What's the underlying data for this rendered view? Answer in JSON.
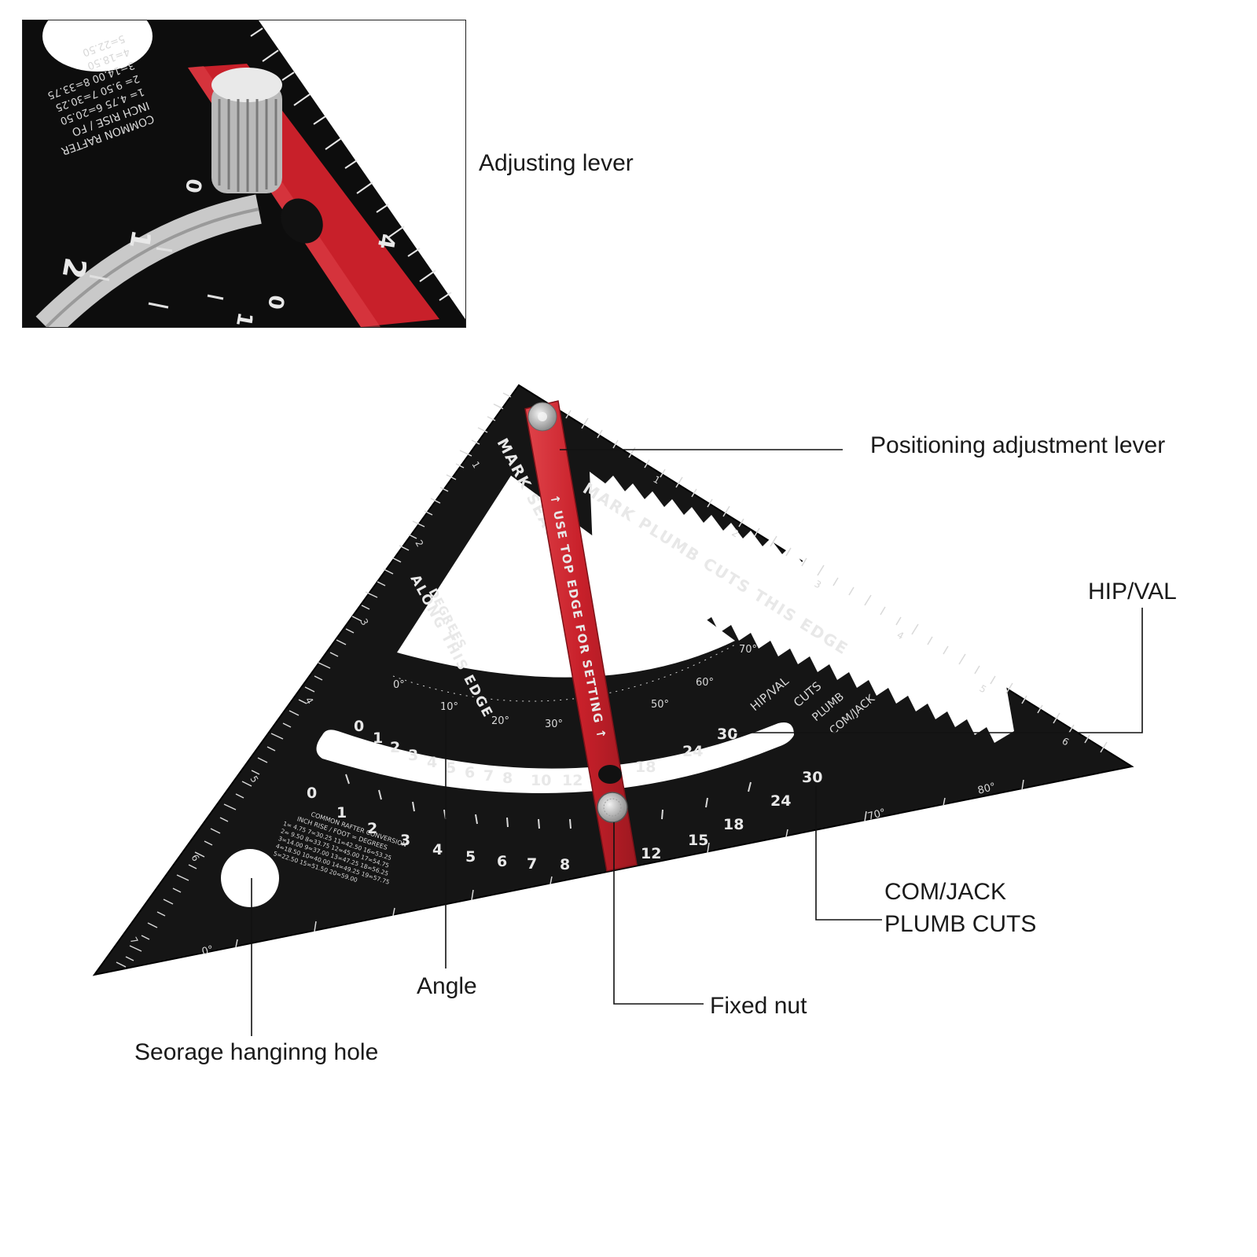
{
  "callouts": {
    "adjusting_lever": "Adjusting lever",
    "positioning_lever": "Positioning adjustment lever",
    "hip_val": "HIP/VAL",
    "com_jack_line1": "COM/JACK",
    "com_jack_line2": "PLUMB CUTS",
    "angle": "Angle",
    "fixed_nut": "Fixed nut",
    "storage_hole": "Seorage hanginng hole"
  },
  "square": {
    "lever_text": "↑ USE TOP EDGE FOR SETTING ↑",
    "left_edge_text": "MARK SEAT CUTS",
    "left_edge_text_2": "ALONG THIS EDGE",
    "degrees_text": "DEGREES",
    "right_edge_text": "MARK PLUMB CUTS THIS EDGE",
    "hip_val_engraving": "HIP/VAL",
    "cuts_engraving": "CUTS",
    "plumb_engraving": "PLUMB",
    "com_jack_engraving": "COM/JACK",
    "conversion_title": "COMMON RAFTER CONVERSION",
    "conversion_header": "INCH   RISE / FOOT = DEGREES",
    "conversion_rows": [
      "1= 4.75    7=30.25   11=42.50   16=53.25",
      "2= 9.50    8=33.75   12=45.00   17=54.75",
      "3=14.00    9=37.00   13=47.25   18=56.25",
      "4=18.50   10=40.00   14=49.25   19=57.75",
      "5=22.50              15=51.50   20=59.00"
    ],
    "degree_labels": [
      "0°",
      "10°",
      "20°",
      "30°",
      "50°",
      "60°",
      "70°"
    ],
    "outer_degree_labels": [
      "70°",
      "80°",
      "0°"
    ],
    "hip_scale": [
      "0",
      "1",
      "2",
      "3",
      "4",
      "5",
      "6",
      "7",
      "8",
      "10",
      "12",
      "18",
      "24",
      "30"
    ],
    "com_scale": [
      "0",
      "1",
      "2",
      "3",
      "4",
      "5",
      "6",
      "7",
      "8",
      "12",
      "15",
      "18",
      "24",
      "30"
    ],
    "edge_inches": [
      "1",
      "2",
      "3",
      "4",
      "5",
      "6",
      "7"
    ]
  },
  "inset": {
    "conversion_lines": [
      "COMMON RAFTER",
      "INCH RISE / FO",
      "1= 4.75   6=20.50",
      "2= 9.50   7=30.25",
      "3=14.00   8=33.75",
      "4=18.50",
      "5=22.50"
    ],
    "digits": [
      "1",
      "2",
      "4",
      "0",
      "0",
      "1"
    ]
  },
  "colors": {
    "square_body": "#151515",
    "lever_red": "#c8202a",
    "engraving": "#e8e8e8",
    "background": "#ffffff"
  }
}
